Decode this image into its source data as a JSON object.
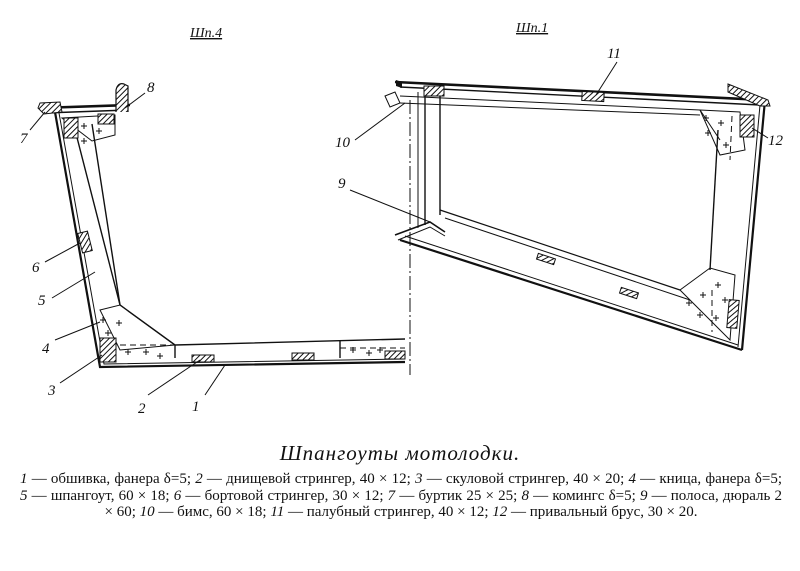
{
  "section_labels": {
    "left": "Шп.4",
    "right": "Шп.1"
  },
  "callouts": {
    "n1": "1",
    "n2": "2",
    "n3": "3",
    "n4": "4",
    "n5": "5",
    "n6": "6",
    "n7": "7",
    "n8": "8",
    "n9": "9",
    "n10": "10",
    "n11": "11",
    "n12": "12"
  },
  "caption": {
    "title": "Шпангоуты мотолодки.",
    "legend": [
      {
        "num": "1",
        "text": " — обшивка, фанера δ=5; "
      },
      {
        "num": "2",
        "text": " — днищевой стрингер, 40 × 12; "
      },
      {
        "num": "3",
        "text": " — скуловой стрингер, 40 × 20; "
      },
      {
        "num": "4",
        "text": " — кница, фанера δ=5; "
      },
      {
        "num": "5",
        "text": " — шпангоут, 60 × 18; "
      },
      {
        "num": "6",
        "text": " — бортовой стрингер, 30 × 12; "
      },
      {
        "num": "7",
        "text": " — буртик 25 × 25; "
      },
      {
        "num": "8",
        "text": " — комингс δ=5; "
      },
      {
        "num": "9",
        "text": " — полоса, дюраль 2 × 60; "
      },
      {
        "num": "10",
        "text": " — бимс, 60 × 18; "
      },
      {
        "num": "11",
        "text": " — палубный стрингер, 40 × 12; "
      },
      {
        "num": "12",
        "text": " — привальный брус, 30 × 20."
      }
    ]
  },
  "colors": {
    "ink": "#111111",
    "paper": "#ffffff"
  }
}
